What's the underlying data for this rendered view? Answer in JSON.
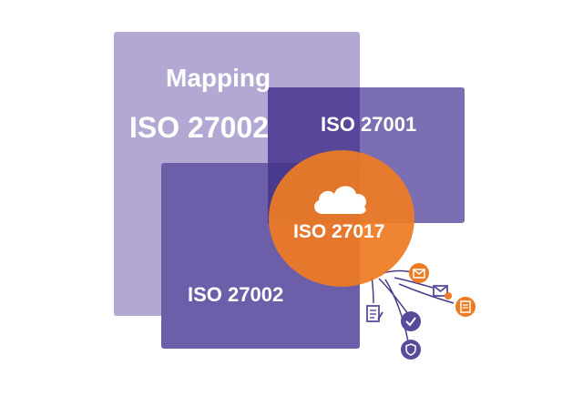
{
  "diagram": {
    "mapping_box": {
      "title": "Mapping",
      "subtitle": "ISO 27002"
    },
    "iso_27001_box": {
      "label": "ISO 27001"
    },
    "iso_27002_box": {
      "label": "ISO 27002"
    },
    "iso_27017_circle": {
      "label": "ISO 27017",
      "icon": "cloud-icon"
    },
    "branch_icons": [
      "envelope-icon",
      "mail-location-icon",
      "certificate-icon",
      "document-edit-icon",
      "check-circle-icon",
      "shield-icon"
    ]
  },
  "colors": {
    "light_purple": "#b3a8d4",
    "mid_purple": "#7c6eb2",
    "dark_purple": "#6d5ea9",
    "orange": "#ee7b23",
    "icon_purple": "#5a4a9c"
  }
}
